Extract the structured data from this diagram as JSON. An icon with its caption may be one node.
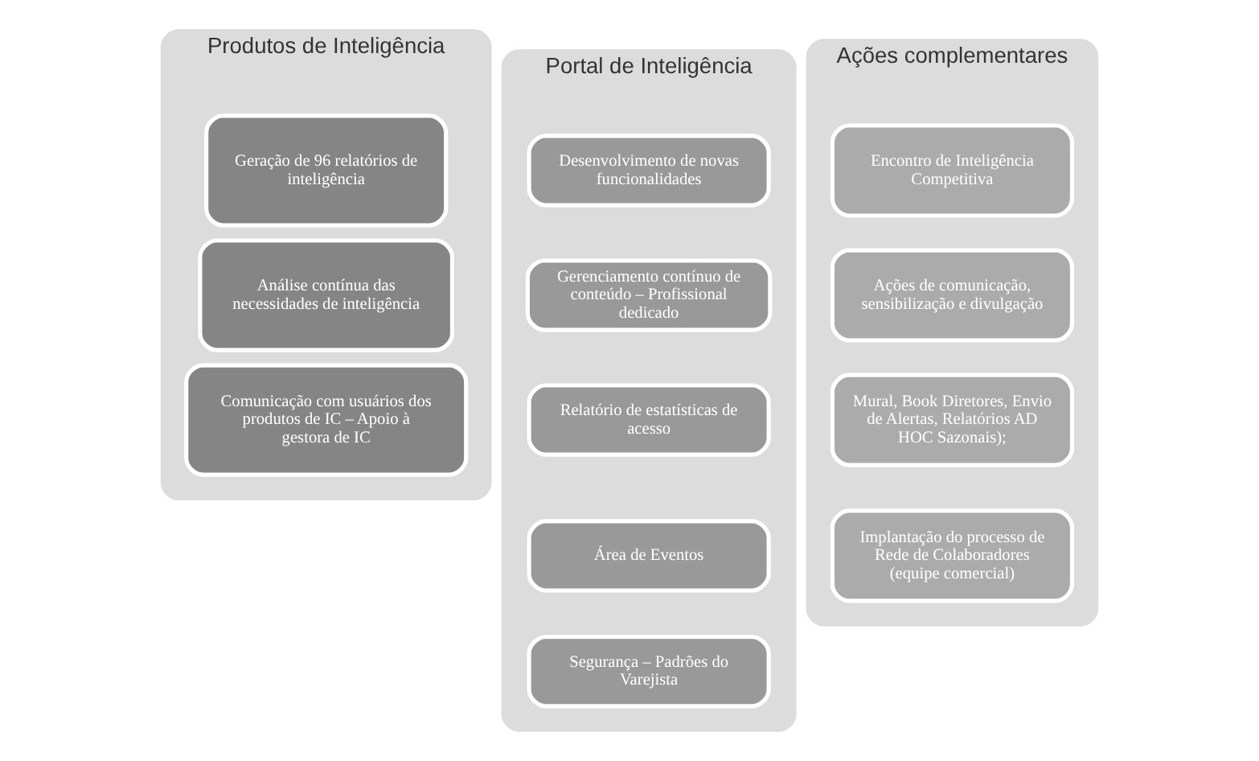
{
  "diagram": {
    "nodes": [
      {
        "text": [
          "Produtos de Inteligência"
        ]
      },
      {
        "text": [
          "Geração de 96 relatórios de inteligência"
        ],
        "in": 0
      },
      {
        "text": [
          "Análise contínua das necessidades de inteligência"
        ],
        "in": 0
      },
      {
        "text": [
          "Comunicação com usuários dos produtos de IC – Apoio à gestora de IC"
        ],
        "in": 0
      },
      {
        "text": [
          "Portal de Inteligência"
        ]
      },
      {
        "text": [
          "Desenvolvimento de novas funcionalidades"
        ],
        "in": 4
      },
      {
        "text": [
          "Gerenciamento contínuo de conteúdo – Profissional dedicado"
        ],
        "in": 4
      },
      {
        "text": [
          "Relatório de estatísticas de acesso"
        ],
        "in": 4
      },
      {
        "text": [
          "Área de Eventos"
        ],
        "in": 4
      },
      {
        "text": [
          "Segurança – Padrões do Varejista"
        ],
        "in": 4
      },
      {
        "text": [
          "Ações complementares"
        ]
      },
      {
        "text": [
          "Encontro de Inteligência Competitiva"
        ],
        "in": 10
      },
      {
        "text": [
          "Ações de comunicação, sensibilização e divulgação"
        ],
        "in": 10
      },
      {
        "text": [
          "Mural, Book Diretores, Envio de Alertas, Relatórios AD HOC Sazonais);"
        ],
        "in": 10
      },
      {
        "text": [
          "Implantação do processo de Rede de Colaboradores (equipe comercial)"
        ],
        "in": 10
      }
    ]
  }
}
